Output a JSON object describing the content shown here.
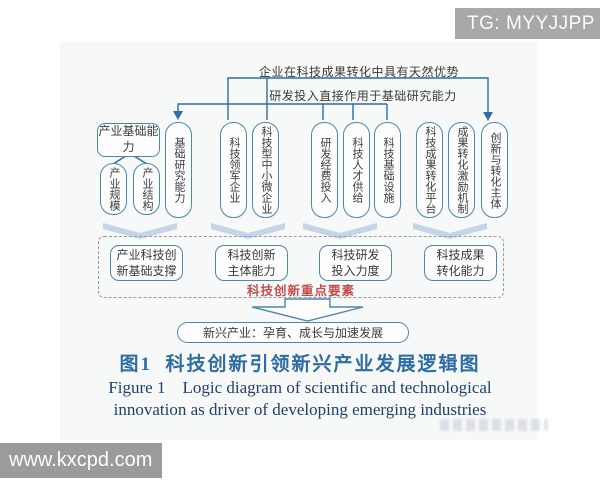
{
  "badge": {
    "tg": "TG: MYYJJPP"
  },
  "watermark": {
    "site": "www.kxcpd.com"
  },
  "diagram": {
    "note_top": "企业在科技成果转化中具有天然优势",
    "note_mid": "研发投入直接作用于基础研究能力",
    "industry_base": {
      "label": "产业基础能力",
      "children": [
        "产业规模",
        "产业结构"
      ]
    },
    "factor_columns": [
      "基础研究能力",
      "科技领军企业",
      "科技型中小微企业",
      "研发经费投入",
      "科技人才供给",
      "科技基础设施",
      "科技成果转化平台",
      "成果转化激励机制",
      "创新与转化主体"
    ],
    "summary": {
      "boxes": [
        {
          "line1": "产业科技创",
          "line2": "新基础支撑"
        },
        {
          "line1": "科技创新",
          "line2": "主体能力"
        },
        {
          "line1": "科技研发",
          "line2": "投入力度"
        },
        {
          "line1": "科技成果",
          "line2": "转化能力"
        }
      ],
      "label": "科技创新重点要素"
    },
    "outcome": "新兴产业：孕育、成长与加速发展",
    "caption_zh": "图1  科技创新引领新兴产业发展逻辑图",
    "caption_en": {
      "line1": "Figure 1    Logic diagram of scientific and technological",
      "line2": "innovation as driver of developing emerging industries"
    }
  },
  "colors": {
    "line_blue": "#2f6f9e",
    "box_border": "#4e86ad",
    "chevron_fill": "#c5d4e9",
    "red_label": "#c4504e",
    "caption_zh_blue": "#2e6da4",
    "caption_en_navy": "#22406b"
  }
}
